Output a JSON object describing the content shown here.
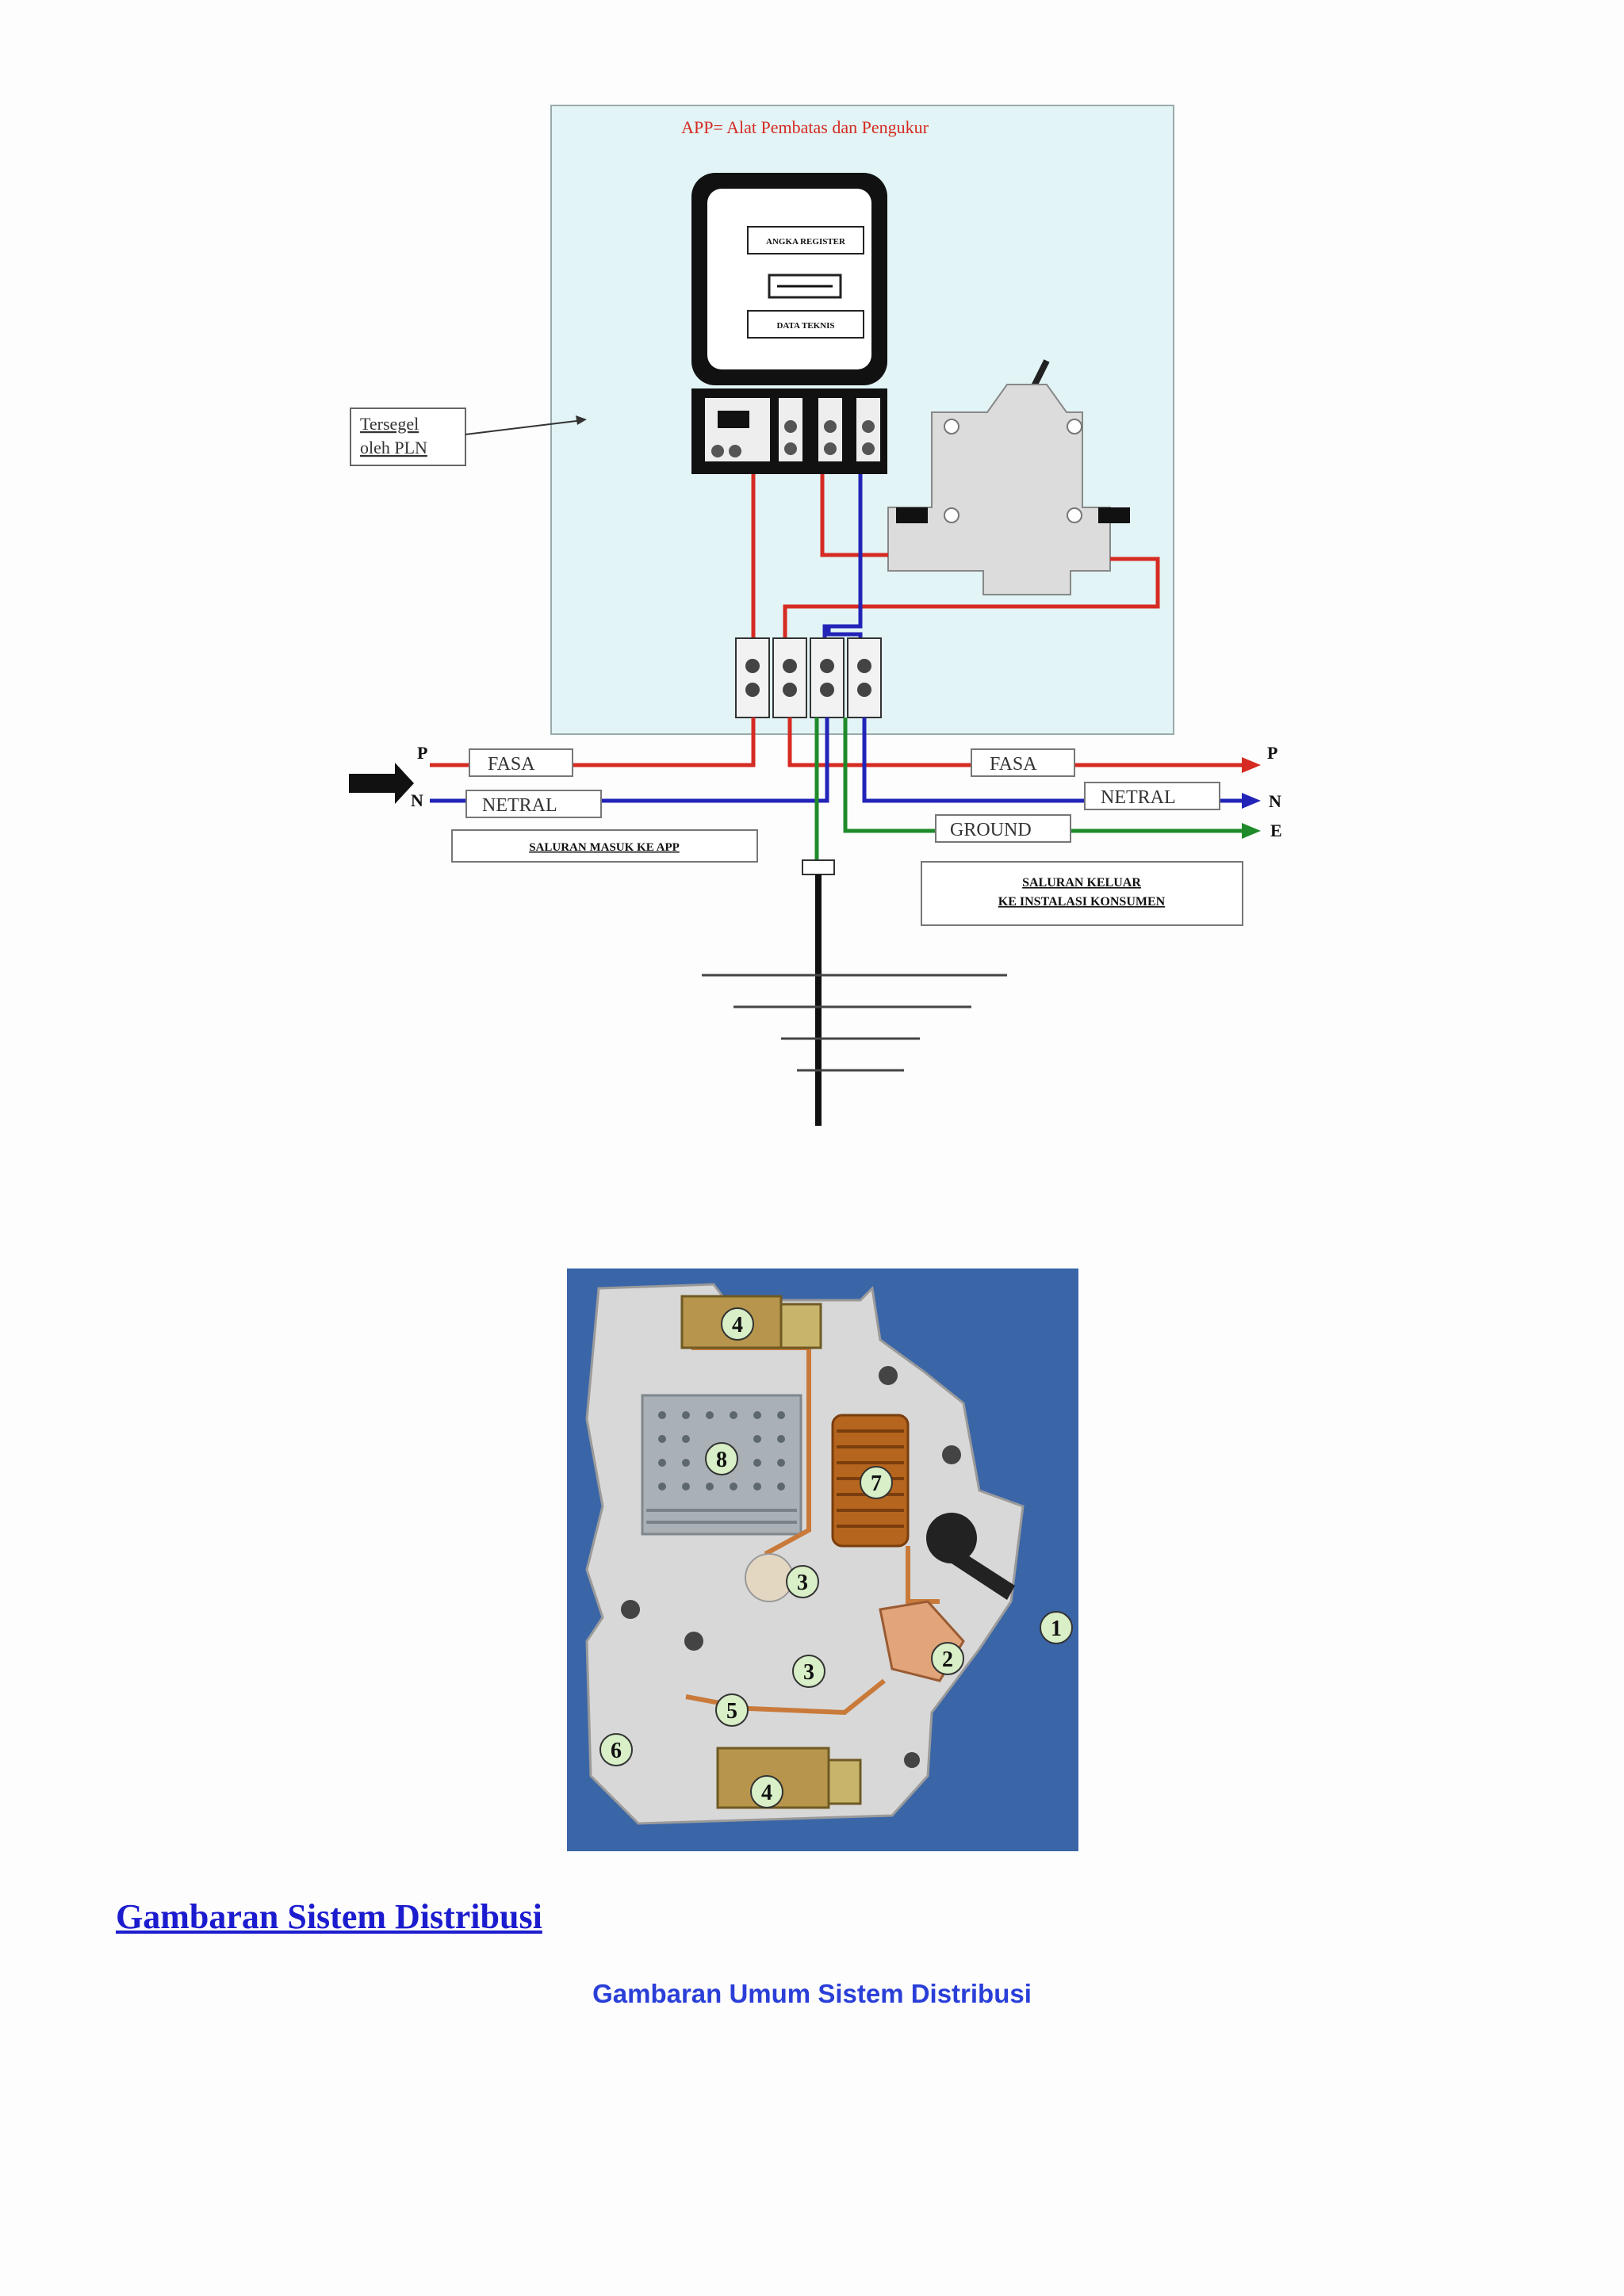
{
  "diagram": {
    "title": "APP= Alat Pembatas dan Pengukur",
    "meter": {
      "top_label": "ANGKA REGISTER",
      "bottom_label": "DATA TEKNIS"
    },
    "seal_note": "Tersegel oleh PLN",
    "lines": {
      "phase_letter": "P",
      "neutral_letter": "N",
      "earth_letter": "E",
      "fasa": "FASA",
      "netral": "NETRAL",
      "ground": "GROUND"
    },
    "incoming_label": "SALURAN MASUK KE APP",
    "outgoing_label": [
      "SALURAN KELUAR",
      "KE INSTALASI KONSUMEN"
    ],
    "colors": {
      "phase": "#d52b22",
      "neutral": "#2224b8",
      "ground": "#1f8a2a",
      "panel": "#e2f4f5"
    }
  },
  "mcb_photo": {
    "callouts": [
      "4",
      "8",
      "7",
      "3",
      "1",
      "2",
      "3",
      "5",
      "6",
      "4"
    ]
  },
  "heading": "Gambaran Sistem Distribusi",
  "subheading": "Gambaran Umum Sistem Distribusi"
}
